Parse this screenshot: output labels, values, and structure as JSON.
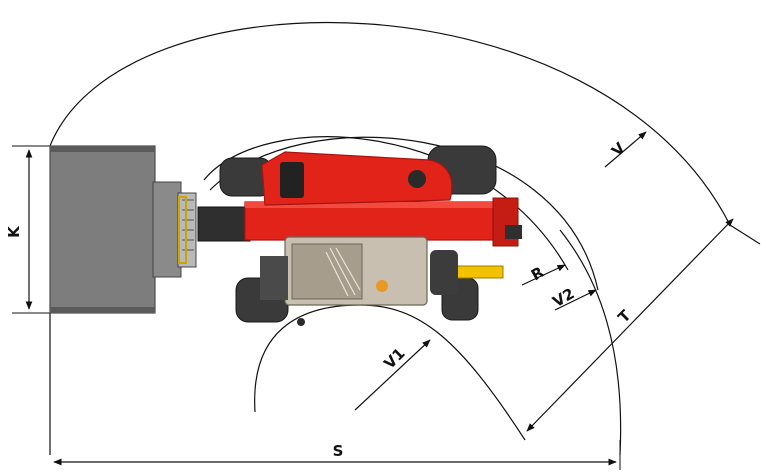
{
  "diagram": {
    "labels": {
      "K": "K",
      "S": "S",
      "T": "T",
      "V": "V",
      "V1": "V1",
      "V2": "V2",
      "R": "R"
    },
    "colors": {
      "machine_body": "#e2231a",
      "machine_body_dark": "#a8140f",
      "attachment": "#7d7d7d",
      "attachment_dark": "#5a5a5a",
      "cabin_frame": "#b7ad9d",
      "tyres": "#3a3a3a",
      "lines": "#111111"
    }
  }
}
